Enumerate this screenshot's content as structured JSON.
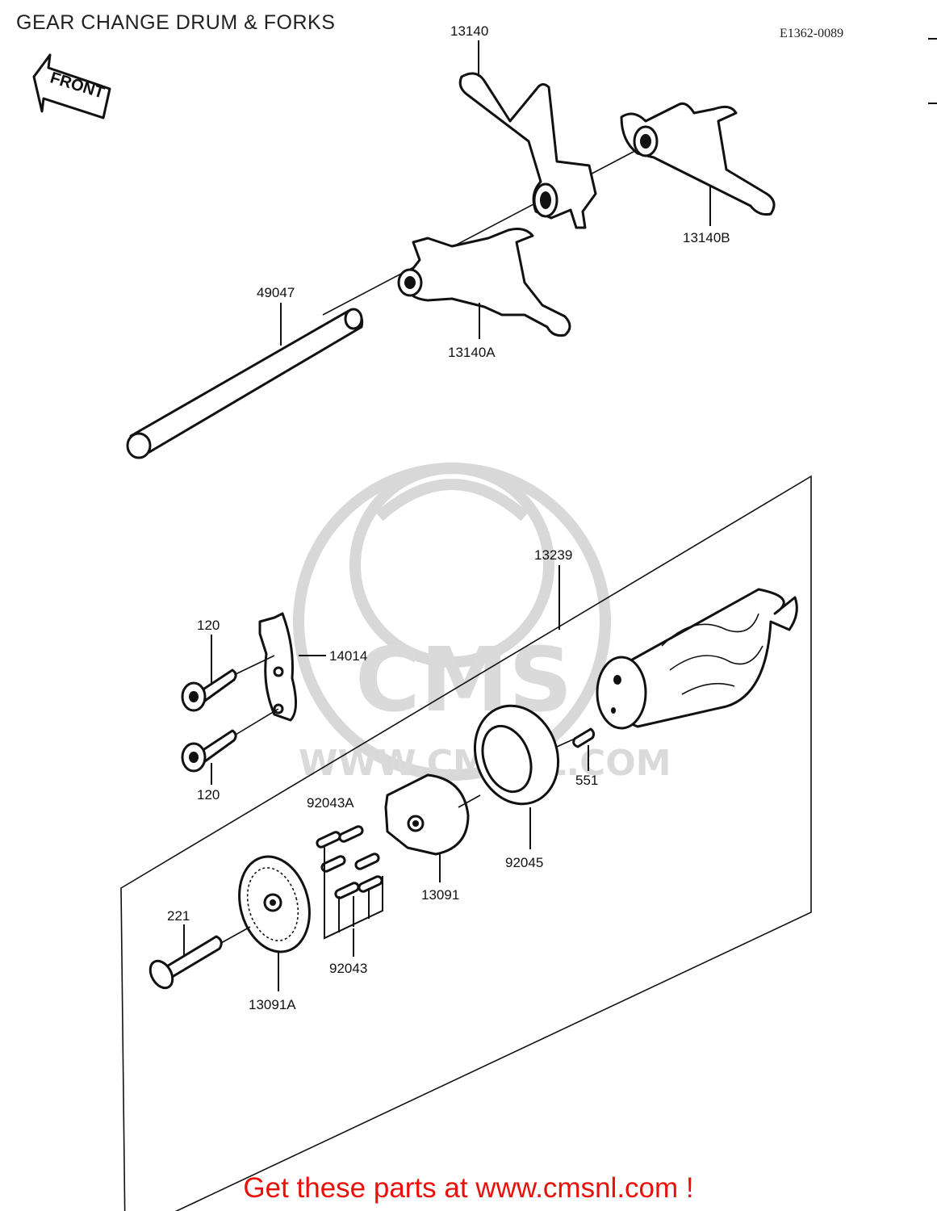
{
  "title": "GEAR CHANGE DRUM & FORKS",
  "ref_code": "E1362-0089",
  "front_arrow_label": "FRONT",
  "watermark": {
    "logo_text": "CMS",
    "url_text": "WWW.CMSNL.COM"
  },
  "parts": {
    "fork_13140": "13140",
    "fork_13140b": "13140B",
    "fork_13140a": "13140A",
    "shaft_49047": "49047",
    "drum_13239": "13239",
    "plate_14014": "14014",
    "bolt_120_top": "120",
    "bolt_120_bottom": "120",
    "pin_551": "551",
    "bearing_92045": "92045",
    "pins_92043a": "92043A",
    "pins_92043": "92043",
    "holder_13091": "13091",
    "plate_13091a": "13091A",
    "screw_221": "221"
  },
  "footer": "Get these parts at www.cmsnl.com !"
}
